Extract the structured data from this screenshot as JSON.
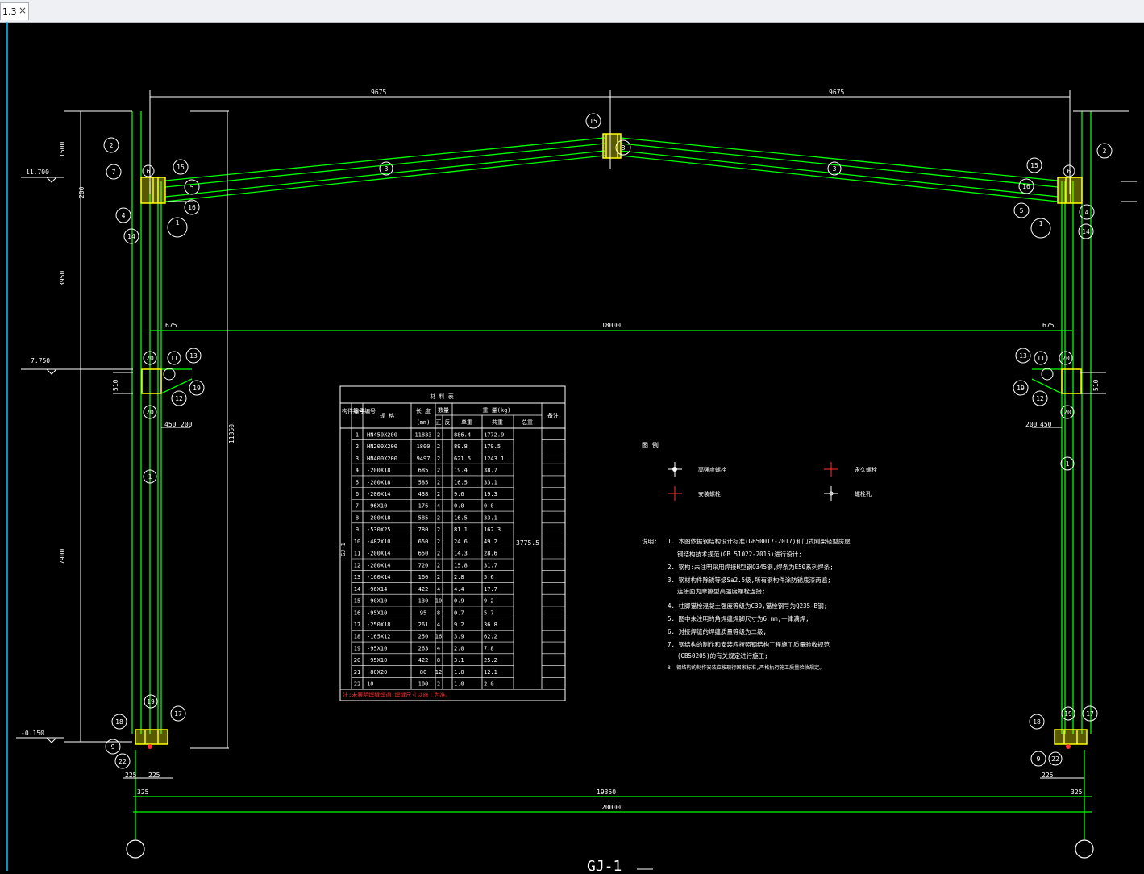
{
  "tab": {
    "label": "1.3",
    "close_glyph": "×"
  },
  "dims": {
    "top_left_span": "9675",
    "top_right_span": "9675",
    "mid_span": "18000",
    "mid_left": "675",
    "mid_right": "675",
    "bottom_inner": "19350",
    "bottom_total": "20000",
    "bottom_left_325": "325",
    "bottom_right_325": "325",
    "base_225a": "225",
    "base_225b": "225",
    "base_225r": "225",
    "bracket_450": "450",
    "bracket_200": "200",
    "bracket_r200": "200",
    "bracket_r450": "450",
    "left_1500": "1500",
    "left_3950": "3950",
    "left_7900": "7900",
    "right_11350": "11350",
    "left_200": "200",
    "left_510": "510",
    "right_510": "510"
  },
  "levels": {
    "top": "11.700",
    "mid": "7.750",
    "base": "-0.150"
  },
  "callouts": {
    "c1": "1",
    "c2": "2",
    "c3": "3",
    "c4": "4",
    "c5": "5",
    "c6": "6",
    "c7": "7",
    "c8": "8",
    "c9": "9",
    "c11": "11",
    "c12": "12",
    "c13": "13",
    "c14": "14",
    "c15": "15",
    "c16": "16",
    "c17": "17",
    "c18": "18",
    "c19": "19",
    "c20": "20",
    "c22": "22"
  },
  "table": {
    "title": "材 料 表",
    "member_label": "构件编号",
    "col_no": "零件编号",
    "col_spec": "规 格",
    "col_len": "长 度",
    "col_len_unit": "(mm)",
    "col_qty": "数量",
    "col_qty_a": "正",
    "col_qty_b": "反",
    "col_weight": "重 量(kg)",
    "col_unit_w": "单重",
    "col_sum_w": "共重",
    "col_total_w": "总重",
    "col_remark": "备注",
    "member_id": "GJ-1",
    "total_weight": "3775.5",
    "rows": [
      [
        "1",
        "HN450X200",
        "11833",
        "2",
        "886.4",
        "1772.9"
      ],
      [
        "2",
        "HN200X200",
        "1800",
        "2",
        "89.8",
        "179.5"
      ],
      [
        "3",
        "HN400X200",
        "9497",
        "2",
        "621.5",
        "1243.1"
      ],
      [
        "4",
        "-200X18",
        "685",
        "2",
        "19.4",
        "38.7"
      ],
      [
        "5",
        "-200X18",
        "585",
        "2",
        "16.5",
        "33.1"
      ],
      [
        "6",
        "-200X14",
        "438",
        "2",
        "9.6",
        "19.3"
      ],
      [
        "7",
        "-96X10",
        "176",
        "4",
        "0.0",
        "0.0"
      ],
      [
        "8",
        "-200X18",
        "585",
        "2",
        "16.5",
        "33.1"
      ],
      [
        "9",
        "-530X25",
        "780",
        "2",
        "81.1",
        "162.3"
      ],
      [
        "10",
        "-482X10",
        "650",
        "2",
        "24.6",
        "49.2"
      ],
      [
        "11",
        "-200X14",
        "650",
        "2",
        "14.3",
        "28.6"
      ],
      [
        "12",
        "-200X14",
        "720",
        "2",
        "15.8",
        "31.7"
      ],
      [
        "13",
        "-160X14",
        "160",
        "2",
        "2.8",
        "5.6"
      ],
      [
        "14",
        "-96X14",
        "422",
        "4",
        "4.4",
        "17.7"
      ],
      [
        "15",
        "-90X10",
        "130",
        "10",
        "0.9",
        "9.2"
      ],
      [
        "16",
        "-95X10",
        "95",
        "8",
        "0.7",
        "5.7"
      ],
      [
        "17",
        "-250X18",
        "261",
        "4",
        "9.2",
        "36.8"
      ],
      [
        "18",
        "-165X12",
        "250",
        "16",
        "3.9",
        "62.2"
      ],
      [
        "19",
        "-95X10",
        "263",
        "4",
        "2.0",
        "7.8"
      ],
      [
        "20",
        "-95X10",
        "422",
        "8",
        "3.1",
        "25.2"
      ],
      [
        "21",
        "-80X20",
        "80",
        "12",
        "1.0",
        "12.1"
      ],
      [
        "22",
        "10",
        "100",
        "2",
        "1.0",
        "2.0"
      ]
    ],
    "note": "注:未表明焊缝焊通,焊缝尺寸以施工为准。"
  },
  "legend": {
    "title": "图 例",
    "item1": "高强度螺栓",
    "item2": "永久螺栓",
    "item3": "安装螺栓",
    "item4": "螺栓孔"
  },
  "notes": {
    "label": "说明:",
    "n1a": "1. 本图依据钢结构设计标准(GB50017-2017)和门式刚架轻型房屋",
    "n1b": "钢结构技术规范(GB 51022-2015)进行设计;",
    "n2": "2. 钢构:未注明采用焊接H型钢Q345钢,焊条为E50系列焊条;",
    "n3a": "3. 钢材构件除锈等级Sa2.5级,所有钢构件涂防锈底漆两遍;",
    "n3b": "连接面为摩擦型高强度螺栓连接;",
    "n4": "4. 柱脚锚栓混凝土强度等级为C30,锚栓钢号为Q235-B钢;",
    "n5": "5. 图中未注明的角焊缝焊脚尺寸为6 mm,一律满焊;",
    "n6": "6. 对接焊缝的焊缝质量等级为二级;",
    "n7a": "7. 钢结构的制作和安装应按照钢结构工程施工质量验收规范",
    "n7b": "(GB50205)的有关规定进行施工;",
    "n8": "8. 钢结构的制作安装应按现行国家标准,严格执行施工质量验收规定。"
  },
  "drawing_title": "GJ-1",
  "colors": {
    "frame": "#00ff00",
    "dim": "#ffffff",
    "yellow": "#ffff00",
    "red": "#ff0000",
    "cyan": "#00ffff"
  }
}
